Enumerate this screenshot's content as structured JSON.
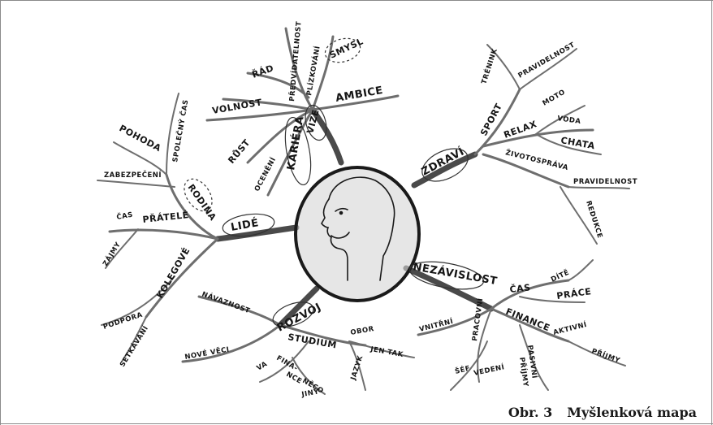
{
  "caption": {
    "number": "Obr. 3",
    "title": "Myšlenková mapa"
  },
  "colors": {
    "branch": "#6e6e6e",
    "trunk": "#4a4a4a",
    "ink": "#151515",
    "shading": "#c8c8c8",
    "frame": "#8a8a8a"
  },
  "center": {
    "icon": "person-head-icon"
  },
  "labels": {
    "kariera": "KARIÉRA",
    "vize": "VIZE",
    "ambice": "AMBICE",
    "smysl": "SMYSL",
    "plizkovani": "PLÍZKOVÁNÍ",
    "predvidatelnost": "PŘEDVÍDATELNOST",
    "rad": "ŘÁD",
    "volnost": "VOLNOST",
    "rust": "RŮST",
    "ocenenl": "OCENĚNÍ",
    "zdravi": "ZDRAVÍ",
    "sport": "SPORT",
    "trenink": "TRÉNINK",
    "pravidelnost1": "PRAVIDELNOST",
    "relax": "RELAX",
    "moto": "MOTO",
    "voda": "VODA",
    "chata": "CHATA",
    "zivotosprava": "ŽIVOTOSPRÁVA",
    "pravidelnost2": "PRAVIDELNOST",
    "redukce": "REDUKCE",
    "rodina": "RODINA",
    "pohoda": "POHODA",
    "spolecny_cas": "SPOLEČNÝ ČAS",
    "zabezpeceni": "ZABEZPEČENÍ",
    "lide": "LIDÉ",
    "pratele": "PŘÁTELÉ",
    "cas1": "ČAS",
    "zajmy": "ZÁJMY",
    "kolegove": "KOLEGOVÉ",
    "podpora": "PODPORA",
    "setkavani": "SETKÁVÁNÍ",
    "nezavislost": "NEZÁVISLOST",
    "cas2": "ČAS",
    "dite": "DÍTĚ",
    "prace": "PRÁCE",
    "finance": "FINANCE",
    "aktivni": "AKTIVNÍ",
    "prijmy1": "PŘÍJMY",
    "pasivni": "PASIVNÍ",
    "prijmy2": "PŘÍJMY",
    "vnitrni": "VNITŘNÍ",
    "pracovni": "PRACOVNÍ",
    "sef": "ŠÉF",
    "vedeni": "VEDENÍ",
    "rozvoj": "ROZVOJ",
    "navaznost": "NÁVAZNOST",
    "studium": "STUDIUM",
    "obor": "OBOR",
    "jen_tak": "JEN TAK",
    "jazyk": "JAZYK",
    "nove_vecny": "NOVÉ VĚCI",
    "va": "VA",
    "fina": "FINA-",
    "nce": "NCE",
    "neco": "NĚCO",
    "jiny": "JINÝ"
  }
}
